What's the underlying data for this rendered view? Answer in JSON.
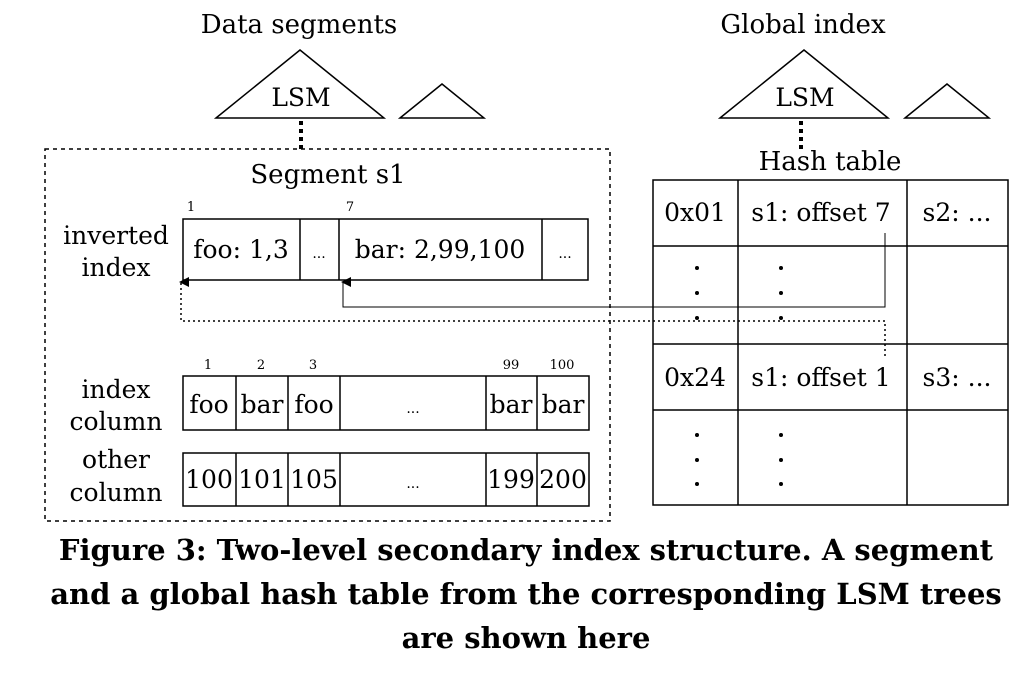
{
  "headers": {
    "data_segments": "Data segments",
    "global_index": "Global index"
  },
  "lsm": {
    "left": "LSM",
    "right": "LSM"
  },
  "segment": {
    "title": "Segment s1",
    "inverted_index_label": [
      "inverted",
      "index"
    ],
    "inverted_positions": [
      "1",
      "7"
    ],
    "inverted_cells": [
      "foo: 1,3",
      "...",
      "bar: 2,99,100",
      "..."
    ],
    "index_column_label": [
      "index",
      "column"
    ],
    "column_positions": [
      "1",
      "2",
      "3",
      "99",
      "100"
    ],
    "index_cells": [
      "foo",
      "bar",
      "foo",
      "...",
      "bar",
      "bar"
    ],
    "other_column_label": [
      "other",
      "column"
    ],
    "other_cells": [
      "100",
      "101",
      "105",
      "...",
      "199",
      "200"
    ]
  },
  "hash_table": {
    "title": "Hash table",
    "row1": [
      "0x01",
      "s1: offset 7",
      "s2: ..."
    ],
    "row3": [
      "0x24",
      "s1: offset 1",
      "s3: ..."
    ]
  },
  "caption": [
    "Figure 3: Two-level secondary index structure. A segment",
    "and a global hash table from the corresponding LSM trees",
    "are shown here"
  ]
}
